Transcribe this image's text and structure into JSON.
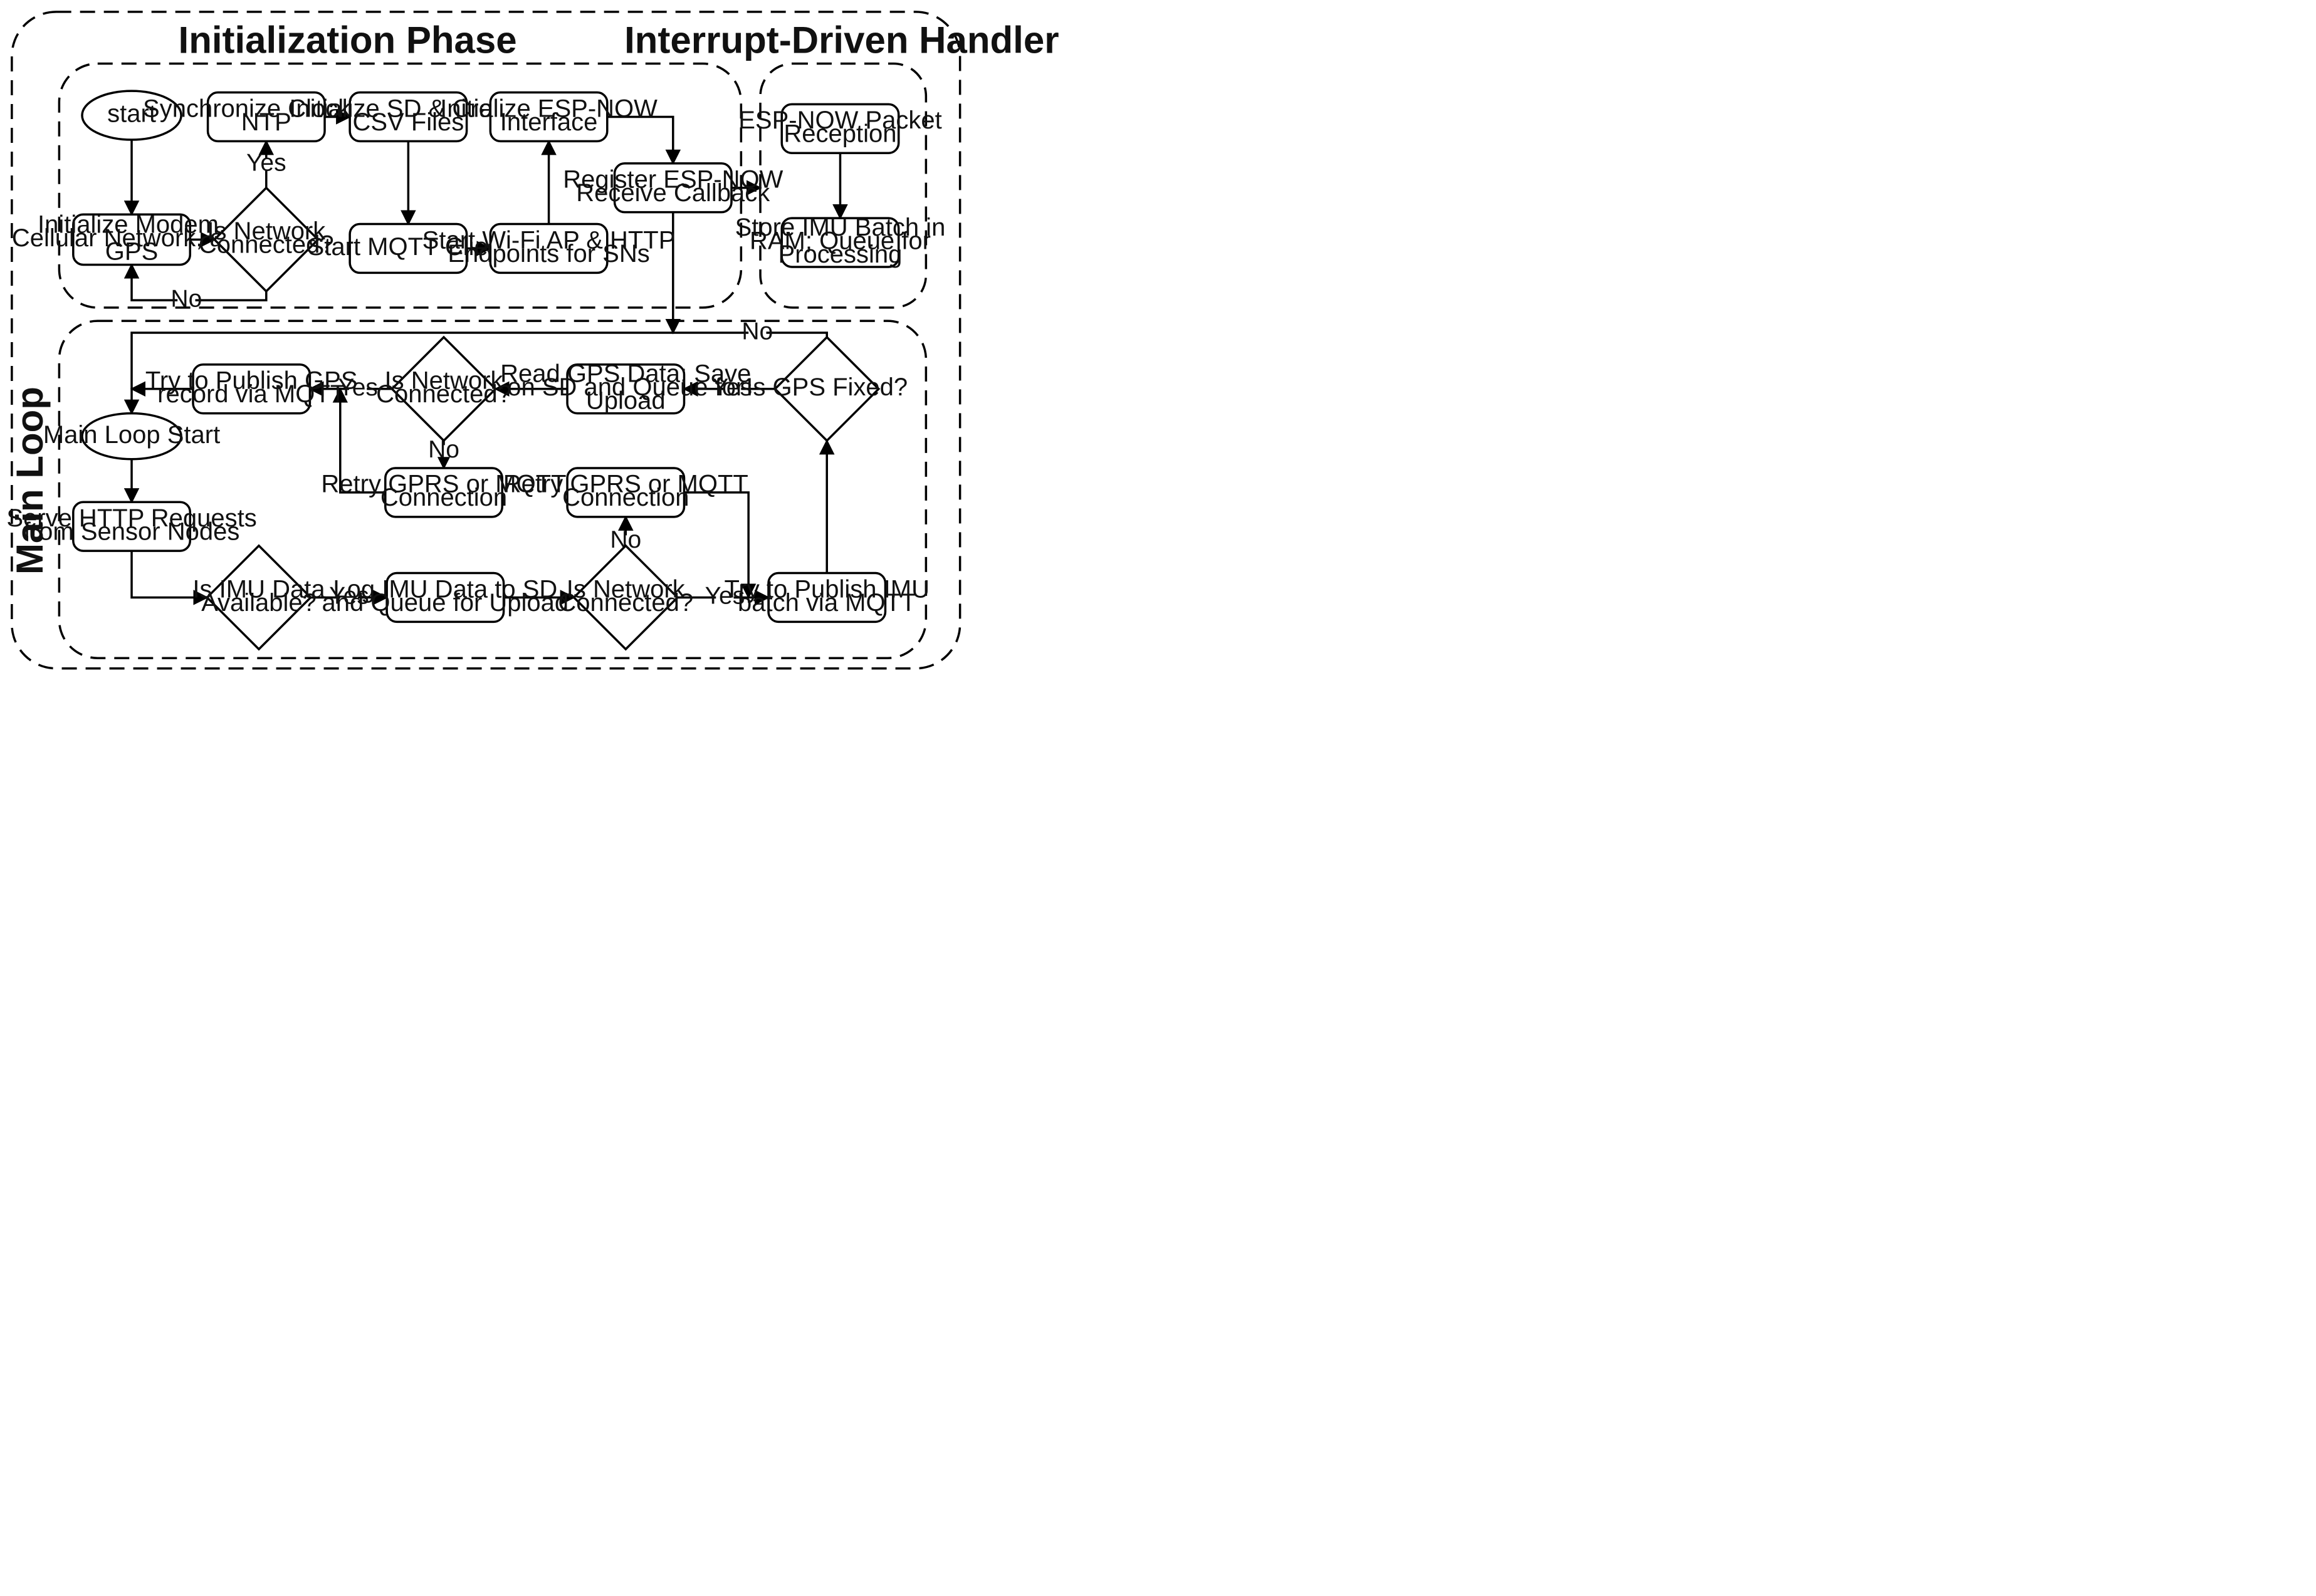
{
  "sections": {
    "init_title": "Initialization Phase",
    "interrupt_title": "Interrupt-Driven Handler",
    "main_title": "Main Loop"
  },
  "nodes": {
    "start": "start",
    "init_modem": [
      "Initialize Modem,",
      "Cellular Network, and",
      "GPS"
    ],
    "init_net_check": [
      "Is Network",
      "Connected?"
    ],
    "sync_clock": [
      "Synchronize Clock via",
      "NTP"
    ],
    "init_sd": [
      "Initialize SD & Create",
      "CSV Files"
    ],
    "start_mqtt": "Start MQTT Client",
    "start_wifi": [
      "Start Wi-Fi AP & HTTP",
      "Endpoints for SNs"
    ],
    "init_espnow": [
      "Initialize ESP-NOW",
      "Interface"
    ],
    "register_cb": [
      "Register ESP-NOW",
      "Receive Callback"
    ],
    "espnow_rx": [
      "ESP-NOW Packet",
      "Reception"
    ],
    "store_imu": [
      "Store IMU Batch in",
      "RAM; Queue for",
      "Processing"
    ],
    "main_start": "Main Loop Start",
    "serve_http": [
      "Serve HTTP Requests",
      "from Sensor Nodes"
    ],
    "imu_check": [
      "Is IMU Data",
      "Available?"
    ],
    "log_imu": [
      "Log IMU Data to SD",
      "and Queue for Upload"
    ],
    "net_check_imu": [
      "Is Network",
      "Connected?"
    ],
    "retry_imu": [
      "Retry GPRS or MQTT",
      "Connection"
    ],
    "publish_imu": [
      "Try to Publish IMU",
      "batch via MQTT"
    ],
    "gps_check": "Is GPS Fixed?",
    "read_gps": [
      "Read GPS Data; Save",
      "on SD and Queue for",
      "Upload"
    ],
    "net_check_gps": [
      "Is Network",
      "Connected?"
    ],
    "retry_gps": [
      "Retry GPRS or MQTT",
      "Connection"
    ],
    "publish_gps": [
      "Try to Publish GPS",
      "record via MQTT"
    ]
  },
  "edge_labels": {
    "init_yes": "Yes",
    "init_no": "No",
    "gps_no": "No",
    "gps_yes": "Yes",
    "net_gps_yes": "Yes",
    "net_gps_no": "No",
    "imu_yes": "Yes",
    "net_imu_no": "No",
    "net_imu_yes": "Yes"
  }
}
